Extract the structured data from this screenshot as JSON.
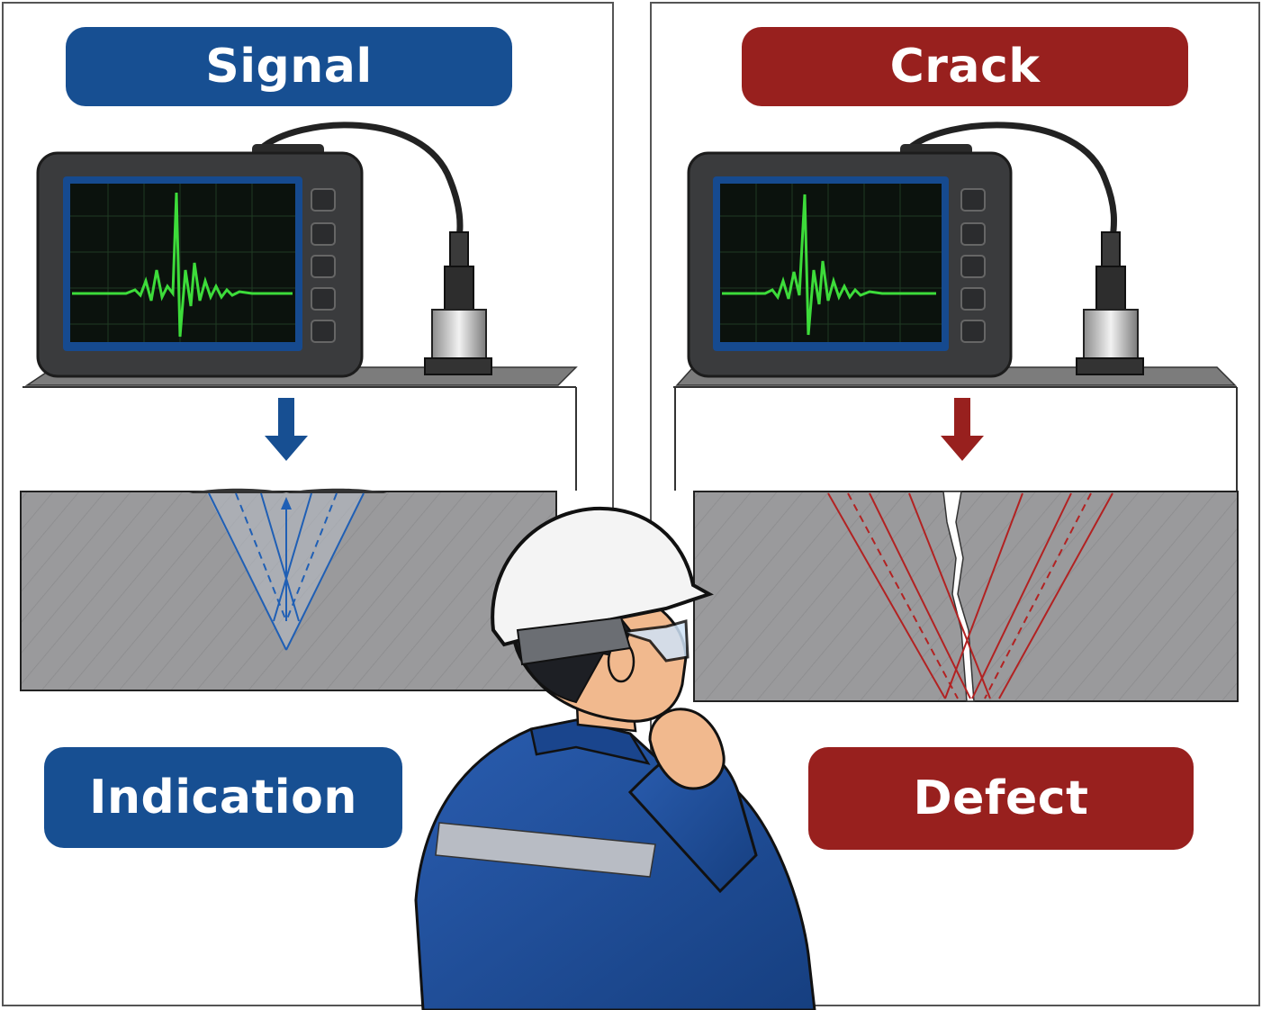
{
  "labels": {
    "signal": "Signal",
    "crack": "Crack",
    "indication": "Indication",
    "defect": "Defect"
  },
  "colors": {
    "indication_blue": "#174f92",
    "defect_red": "#98201e",
    "waveform_green": "#3ddc3a",
    "metal_gray": "#9a9a9c",
    "screen_black": "#0b120d",
    "jacket_blue": "#1d4c97",
    "helmet_white": "#f4f4f4"
  },
  "icons": {
    "left_arrow": "down-arrow-icon",
    "right_arrow": "down-arrow-icon"
  }
}
